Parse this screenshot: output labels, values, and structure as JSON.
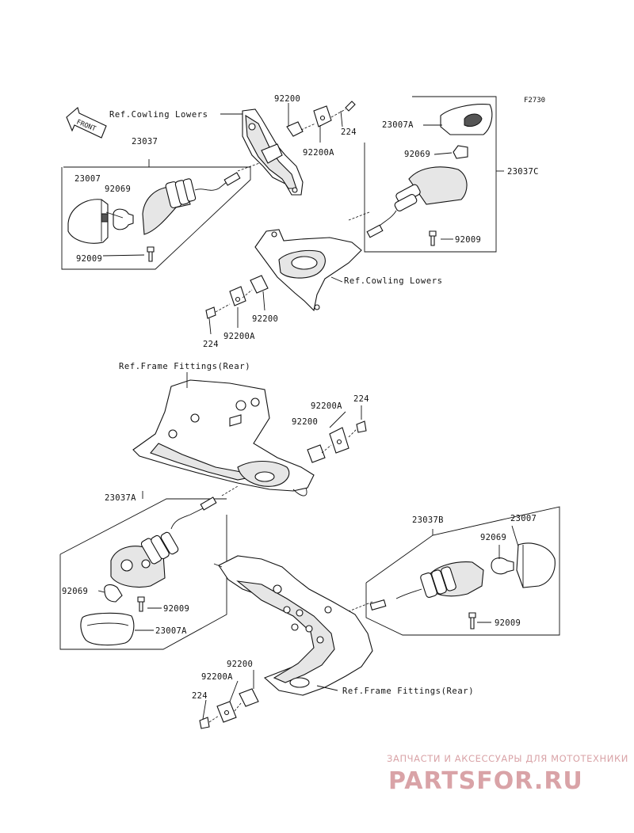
{
  "diagram": {
    "code": "F2730",
    "front_label": "FRONT",
    "labels": {
      "ref_cowling_1": "Ref.Cowling Lowers",
      "ref_cowling_2": "Ref.Cowling Lowers",
      "ref_frame_1": "Ref.Frame Fittings(Rear)",
      "ref_frame_2": "Ref.Frame Fittings(Rear)",
      "p23037": "23037",
      "p23007_a": "23007",
      "p92069_a": "92069",
      "p92009_a": "92009",
      "p92200_a": "92200",
      "p224_a": "224",
      "p92200A_a": "92200A",
      "p23007A_a": "23007A",
      "p92069_b": "92069",
      "p23037C": "23037C",
      "p92009_b": "92009",
      "p92200_b": "92200",
      "p224_b": "224",
      "p92200A_b": "92200A",
      "p92200A_c": "92200A",
      "p224_c": "224",
      "p92200_c": "92200",
      "p23037A": "23037A",
      "p92069_c": "92069",
      "p92009_c": "92009",
      "p23007A_b": "23007A",
      "p23037B": "23037B",
      "p23007_b": "23007",
      "p92069_d": "92069",
      "p92009_d": "92009",
      "p92200_d": "92200",
      "p92200A_d": "92200A",
      "p224_d": "224"
    }
  },
  "watermark": {
    "line1": "ЗАПЧАСТИ И АКСЕССУАРЫ ДЛЯ МОТОТЕХНИКИ",
    "line2": "PARTSFOR.RU"
  }
}
